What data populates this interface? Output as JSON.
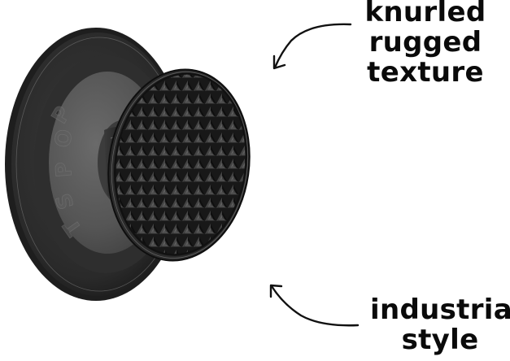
{
  "image": {
    "type": "product-feature-callout",
    "background_color": "#ffffff",
    "product": {
      "name": "popgrip-magsafe-knurled",
      "base_color": "#2b2b2b",
      "base_inner_color": "#5a5a5a",
      "top_color": "#1c1c1c",
      "embossed_text": "POPSOCKETS"
    },
    "callouts": [
      {
        "id": "top",
        "lines": [
          "knurled",
          "rugged",
          "texture"
        ],
        "arrow_direction": "down-left"
      },
      {
        "id": "bottom",
        "lines": [
          "industrial",
          "style"
        ],
        "arrow_direction": "up-left"
      }
    ],
    "text_color": "#0a0a0a"
  }
}
